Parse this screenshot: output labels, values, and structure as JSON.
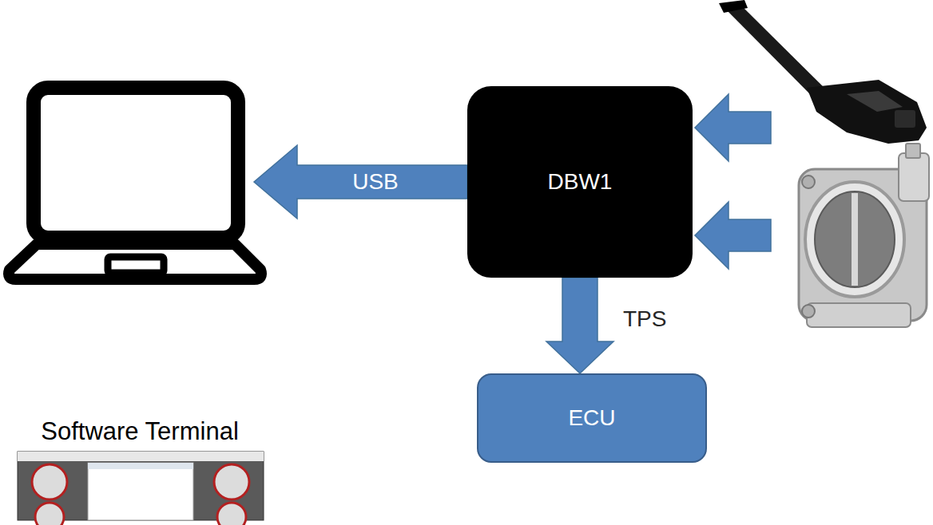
{
  "diagram": {
    "nodes": [
      {
        "text": [
          "DBW1"
        ]
      },
      {
        "text": [
          "ECU"
        ]
      }
    ],
    "edges": [
      {
        "from": 0,
        "to": 1,
        "arrow": "to",
        "label": "TPS"
      }
    ],
    "labels": [
      "USB",
      "Software Terminal"
    ]
  }
}
